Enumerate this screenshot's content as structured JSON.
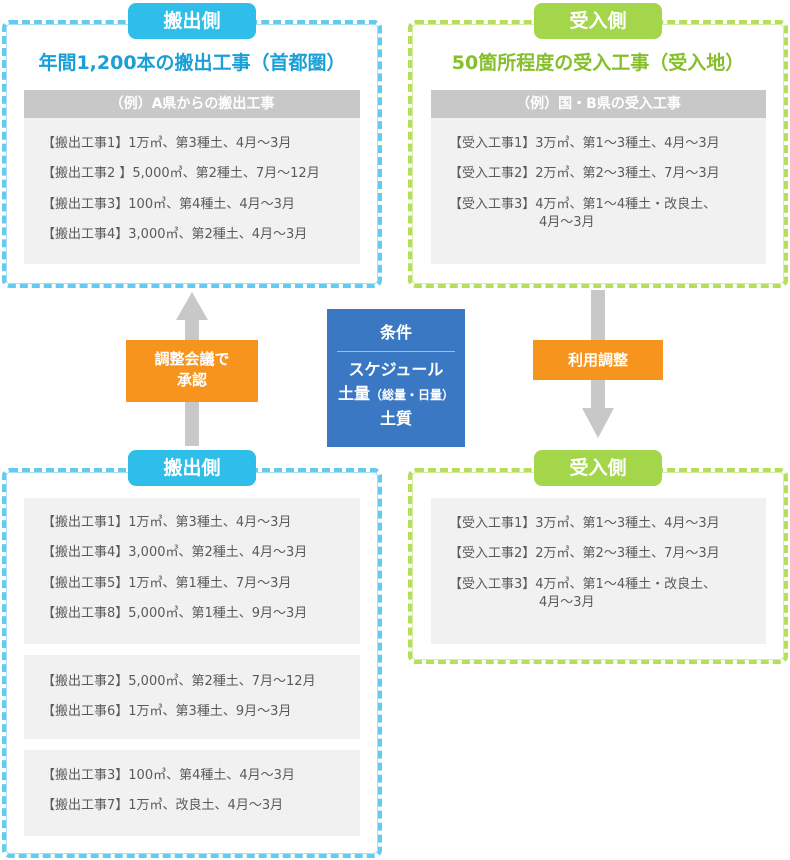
{
  "top_left": {
    "tag": "搬出側",
    "headline": "年間1,200本の搬出工事（首都圏）",
    "subheader": "（例）A県からの搬出工事",
    "items": [
      "【搬出工事1】1万㎥、第3種土、4月〜3月",
      "【搬出工事2 】5,000㎥、第2種土、7月〜12月",
      "【搬出工事3】100㎥、第4種土、4月〜3月",
      "【搬出工事4】3,000㎥、第2種土、4月〜3月"
    ]
  },
  "top_right": {
    "tag": "受入側",
    "headline": "50箇所程度の受入工事（受入地）",
    "subheader": "（例）国・B県の受入工事",
    "items": [
      "【受入工事1】3万㎥、第1〜3種土、4月〜3月",
      "【受入工事2】2万㎥、第2〜3種土、7月〜3月",
      "【受入工事3】4万㎥、第1〜4種土・改良土、",
      "4月〜3月"
    ]
  },
  "left_arrow_label": [
    "調整会議で",
    "承認"
  ],
  "right_arrow_label": "利用調整",
  "center": {
    "title": "条件",
    "line1": "スケジュール",
    "line2_main": "土量",
    "line2_small": "（総量・日量）",
    "line3": "土質"
  },
  "bottom_left": {
    "tag": "搬出側",
    "groups": [
      [
        "【搬出工事1】1万㎥、第3種土、4月〜3月",
        "【搬出工事4】3,000㎥、第2種土、4月〜3月",
        "【搬出工事5】1万㎥、第1種土、7月〜3月",
        "【搬出工事8】5,000㎥、第1種土、9月〜3月"
      ],
      [
        "【搬出工事2】5,000㎥、第2種土、7月〜12月",
        "【搬出工事6】1万㎥、第3種土、9月〜3月"
      ],
      [
        "【搬出工事3】100㎥、第4種土、4月〜3月",
        "【搬出工事7】1万㎥、改良土、4月〜3月"
      ]
    ]
  },
  "bottom_right": {
    "tag": "受入側",
    "items": [
      "【受入工事1】3万㎥、第1〜3種土、4月〜3月",
      "【受入工事2】2万㎥、第2〜3種土、7月〜3月",
      "【受入工事3】4万㎥、第1〜4種土・改良土、",
      "4月〜3月"
    ]
  }
}
